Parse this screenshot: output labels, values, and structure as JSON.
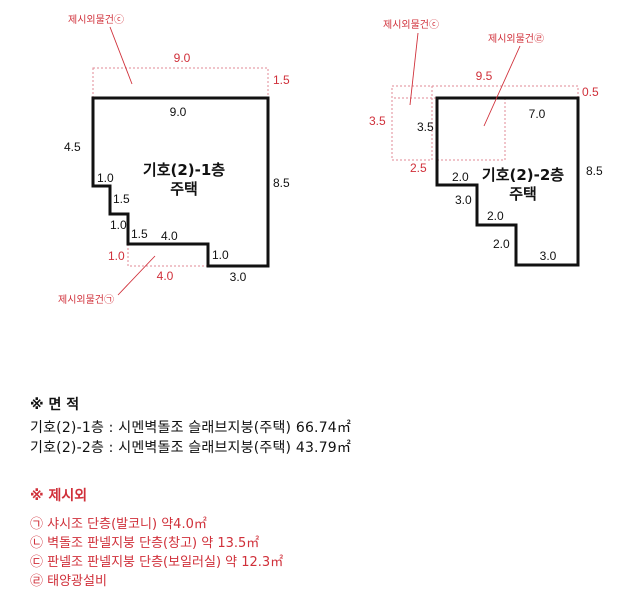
{
  "building1": {
    "name_line1": "기호(2)-1층",
    "name_line2": "주택",
    "dims": {
      "top_ext": "9.0",
      "top": "9.0",
      "right_ext": "1.5",
      "left": "4.5",
      "step1_h": "1.0",
      "step1_v": "1.5",
      "step2_h": "1.0",
      "step2_v": "1.5",
      "bottom_mid": "4.0",
      "bottom_step_v": "1.0",
      "bottom_right": "3.0",
      "right": "8.5",
      "ext_side": "1.0",
      "ext_bottom": "4.0"
    },
    "callout_top": "제시외물건ⓒ",
    "callout_bottom": "제시외물건㉠"
  },
  "building2": {
    "name_line1": "기호(2)-2층",
    "name_line2": "주택",
    "dims": {
      "top_ext": "9.5",
      "right_ext": "0.5",
      "top": "7.0",
      "left_ext": "3.5",
      "inner_left": "3.5",
      "bottom_ext": "2.5",
      "step1_h": "2.0",
      "step1_v": "3.0",
      "step2_h": "2.0",
      "step2_v": "2.0",
      "bottom": "3.0",
      "right": "8.5"
    },
    "callout_left": "제시외물건ⓒ",
    "callout_right": "제시외물건㉣"
  },
  "area": {
    "title": "※ 면 적",
    "rows": [
      "기호(2)-1층 : 시멘벽돌조 슬래브지붕(주택) 66.74㎡",
      "기호(2)-2층 : 시멘벽돌조 슬래브지붕(주택) 43.79㎡"
    ]
  },
  "excluded": {
    "title": "※ 제시외",
    "items": [
      "㉠ 샤시조 단층(발코니) 약4.0㎡",
      "㉡ 벽돌조 판넬지붕 단층(창고) 약 13.5㎡",
      "㉢ 판넬조 판넬지붕 단층(보일러실) 약 12.3㎡",
      "㉣ 태양광설비"
    ]
  }
}
